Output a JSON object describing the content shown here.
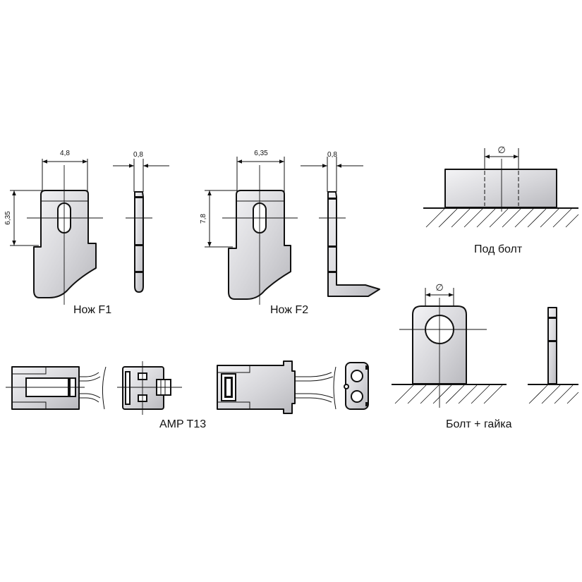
{
  "labels": {
    "knife_f1": "Нож F1",
    "knife_f2": "Нож F2",
    "amp_t13": "AMP T13",
    "pod_bolt": "Под болт",
    "bolt_nut": "Болт + гайка"
  },
  "dimensions": {
    "f1_width": "4,8",
    "f1_thickness": "0,8",
    "f1_height": "6,35",
    "f2_width": "6,35",
    "f2_thickness": "0,8",
    "f2_height": "7,8",
    "diameter_symbol": "∅"
  }
}
